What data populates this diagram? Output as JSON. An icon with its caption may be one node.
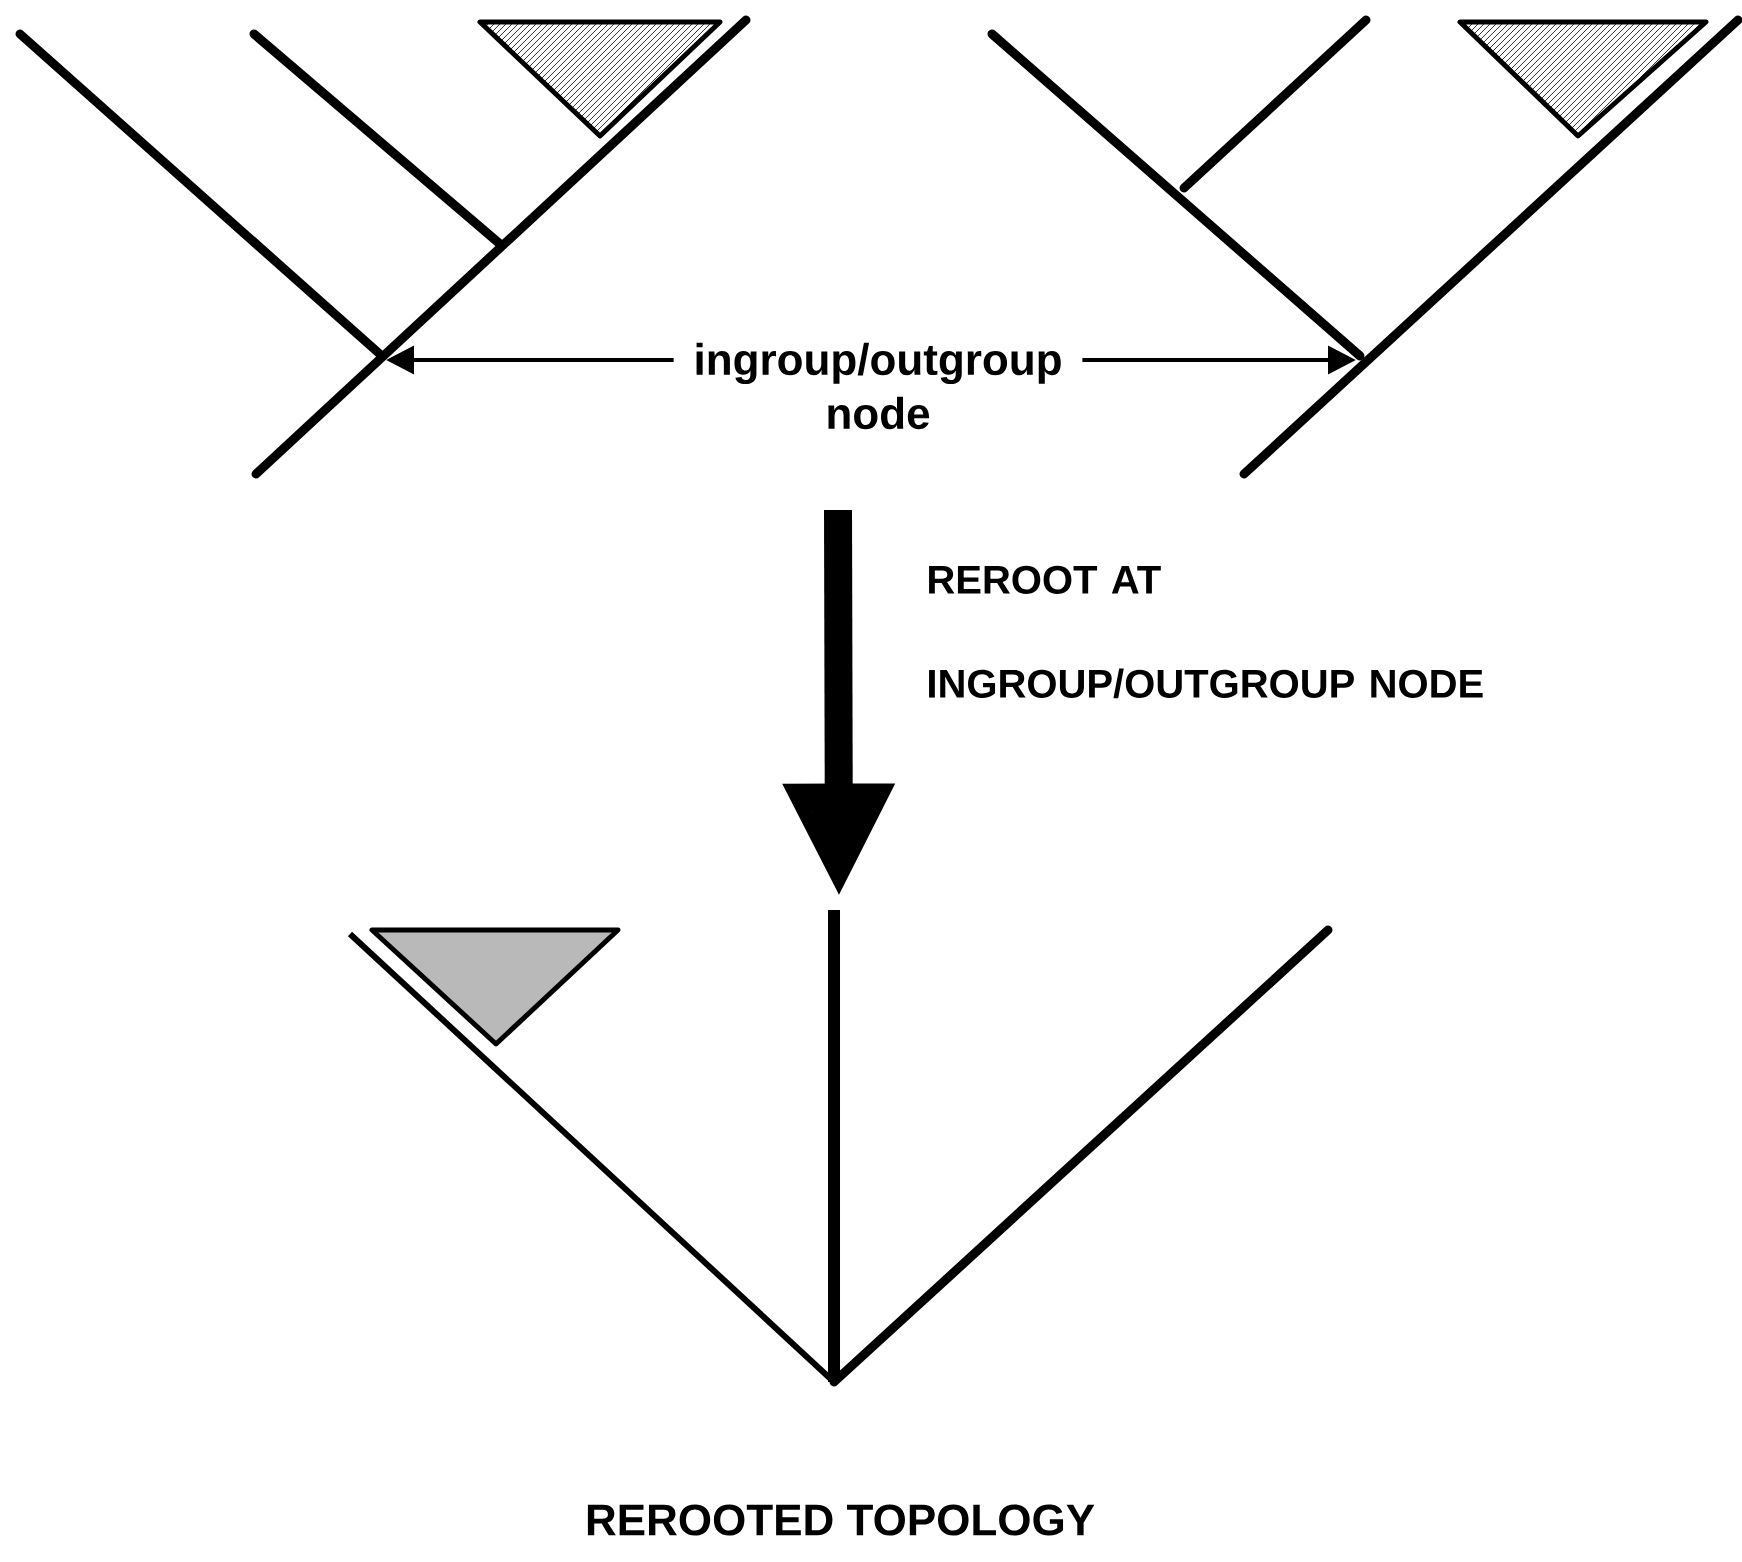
{
  "diagram": {
    "nodes": [
      {
        "text": [],
        "shape": "picture"
      },
      {
        "text": [],
        "shape": "picture"
      },
      {
        "text": [],
        "shape": "picture",
        "beside": [
          "REROOTED TOPOLOGY"
        ]
      },
      {
        "text": [
          "ingroup/outgroup node"
        ]
      }
    ],
    "edges": [
      {
        "from": 3,
        "to": 0,
        "arrow": "to"
      },
      {
        "from": 3,
        "to": 1,
        "arrow": "to"
      },
      {
        "from": null,
        "to": 2,
        "arrow": "to",
        "style": "thick",
        "label": "REROOT AT INGROUP/OUTGROUP NODE"
      }
    ]
  }
}
